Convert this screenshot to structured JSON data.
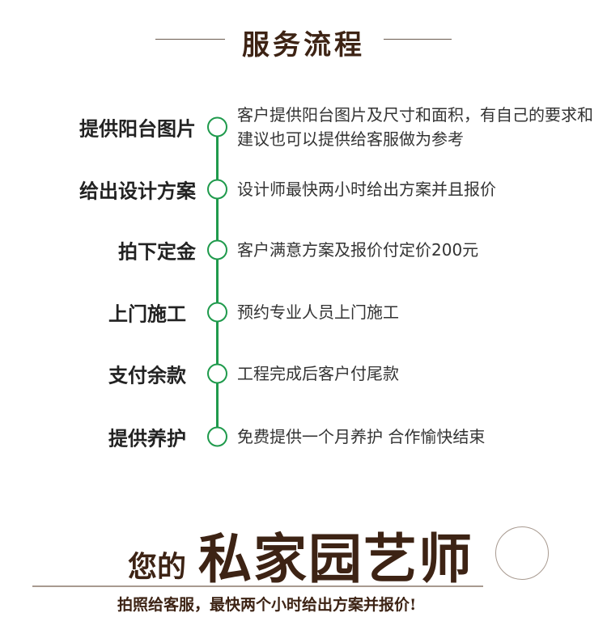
{
  "title": "服务流程",
  "steps": [
    {
      "label": "提供阳台图片",
      "desc": "客户提供阳台图片及尺寸和面积，有自己的要求和建议也可以提供给客服做为参考"
    },
    {
      "label": "给出设计方案",
      "desc": "设计师最快两小时给出方案并且报价"
    },
    {
      "label": "拍下定金",
      "desc": "客户满意方案及报价付定价200元"
    },
    {
      "label": "上门施工",
      "desc": "预约专业人员上门施工"
    },
    {
      "label": "支付余款",
      "desc": "工程完成后客户付尾款"
    },
    {
      "label": "提供养护",
      "desc": "免费提供一个月养护 合作愉快结束"
    }
  ],
  "footer": {
    "prefix": "您的",
    "headline": "私家园艺师",
    "subtitle": "拍照给客服，最快两个小时给出方案并报价!"
  },
  "colors": {
    "accent": "#1f9a4c",
    "brown": "#3d2314"
  }
}
